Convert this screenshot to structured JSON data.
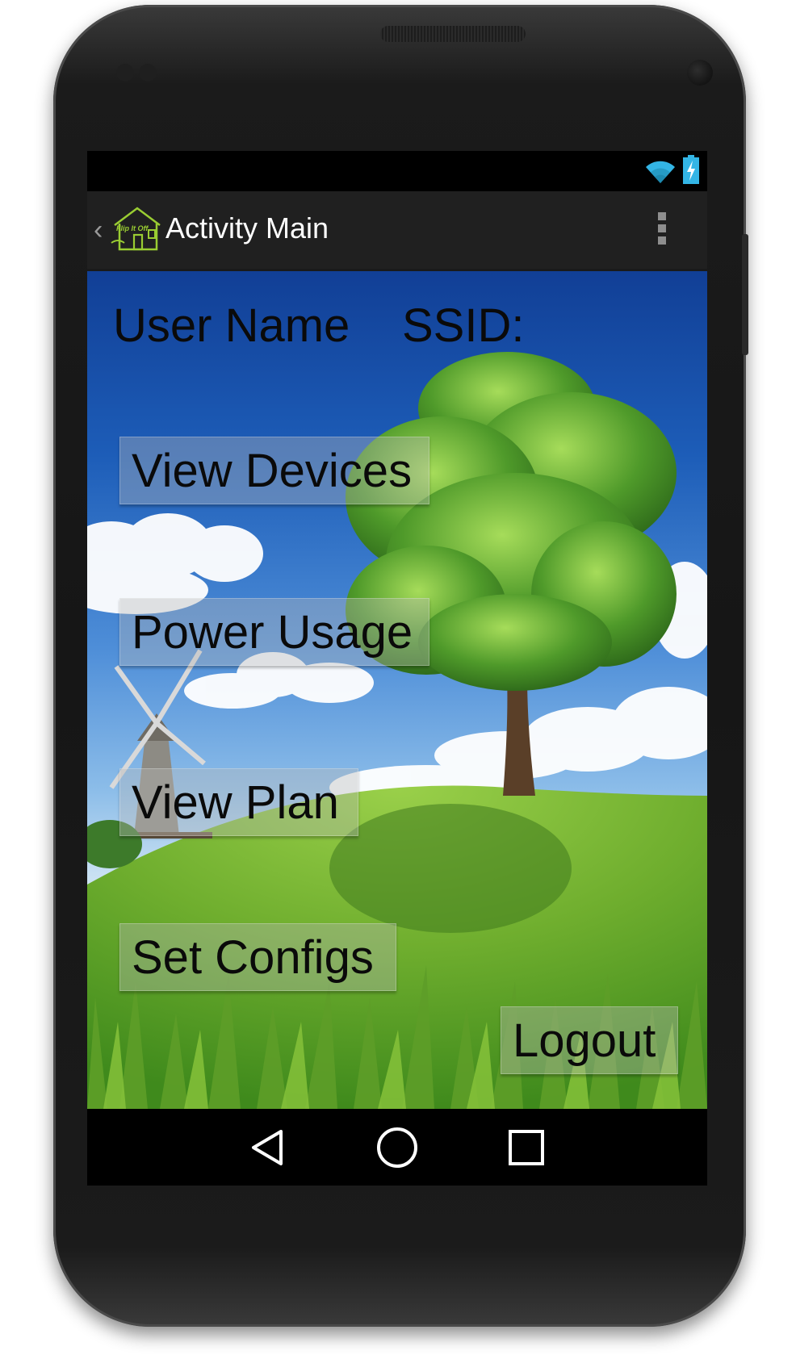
{
  "status_bar": {
    "wifi_icon": "wifi-icon",
    "battery_icon": "battery-charging-icon",
    "accent_color": "#33b5e5"
  },
  "action_bar": {
    "title": "Activity Main",
    "up_icon": "chevron-left-icon",
    "logo_icon": "flip-it-off-house-logo",
    "logo_text": "Flip It Off",
    "overflow_icon": "overflow-menu-icon"
  },
  "main": {
    "user_name_label": "User Name",
    "ssid_label": "SSID:",
    "buttons": {
      "view_devices": "View Devices",
      "power_usage": "Power Usage",
      "view_plan": "View Plan",
      "set_configs": "Set Configs",
      "logout": "Logout"
    }
  },
  "nav_bar": {
    "back_icon": "back-triangle-icon",
    "home_icon": "home-circle-icon",
    "recents_icon": "recents-square-icon"
  }
}
